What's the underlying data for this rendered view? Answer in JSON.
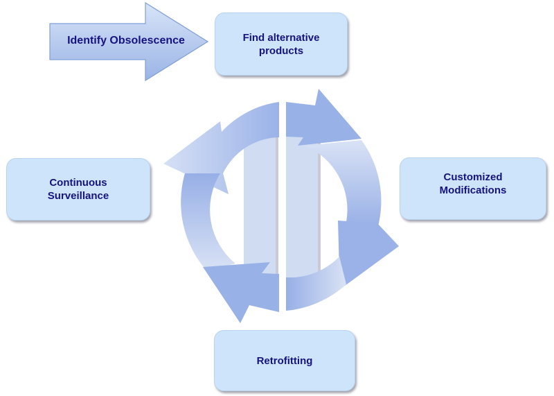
{
  "diagram": {
    "start_arrow": {
      "label": "Identify Obsolescence",
      "icon": "right-arrow-icon"
    },
    "steps": [
      {
        "label_line1": "Find alternative",
        "label_line2": "products"
      },
      {
        "label_line1": "Customized",
        "label_line2": "Modifications"
      },
      {
        "label_line1": "Retrofitting",
        "label_line2": ""
      },
      {
        "label_line1": "Continuous",
        "label_line2": "Surveillance"
      }
    ],
    "cycle_icon": "circular-arrows-icon",
    "colors": {
      "box_fill": "#cde4fb",
      "text": "#17137e",
      "arrow_dark": "#95b0e8",
      "arrow_light": "#d3ddf3"
    }
  }
}
